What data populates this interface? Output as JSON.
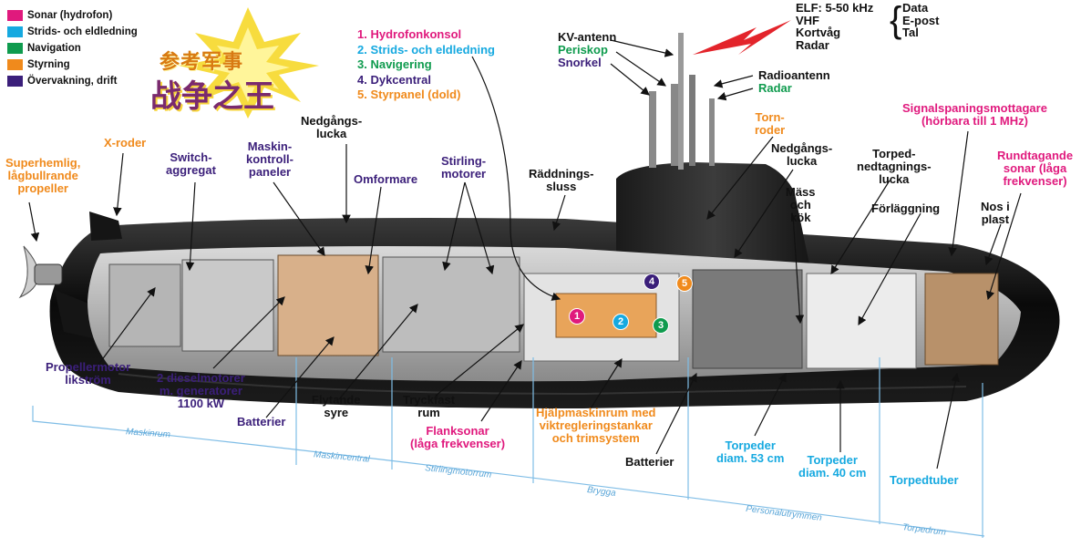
{
  "logo": {
    "text_top": "参考军事",
    "text_bottom": "战争之王"
  },
  "legend": [
    {
      "label": "Sonar (hydrofon)",
      "color": "#e0197d"
    },
    {
      "label": "Strids- och eldledning",
      "color": "#16a9e0"
    },
    {
      "label": "Navigation",
      "color": "#0f9b4e"
    },
    {
      "label": "Styrning",
      "color": "#f08a1c"
    },
    {
      "label": "Övervakning, drift",
      "color": "#3b1f7a"
    }
  ],
  "numbered_list": [
    {
      "text": "1. Hydrofonkonsol",
      "category": "sonar"
    },
    {
      "text": "2. Strids- och eldledning",
      "category": "strid"
    },
    {
      "text": "3. Navigering",
      "category": "nav"
    },
    {
      "text": "4. Dykcentral",
      "category": "drift"
    },
    {
      "text": "5. Styrpanel (dold)",
      "category": "styr"
    }
  ],
  "elf_block": {
    "left": [
      "ELF: 5-50 kHz",
      "VHF",
      "Kortvåg",
      "Radar"
    ],
    "right": [
      "Data",
      "E-post",
      "Tal"
    ]
  },
  "labels": {
    "kv_antenn": "KV-antenn",
    "periskop": "Periskop",
    "snorkel": "Snorkel",
    "radioantenn": "Radioantenn",
    "radar": "Radar",
    "signalspaning_1": "Signalspaningsmottagare",
    "signalspaning_2": "(hörbara till 1 MHz)",
    "torn_roder_1": "Torn-",
    "torn_roder_2": "roder",
    "rundtagande_1": "Rundtagande",
    "rundtagande_2": "sonar (låga",
    "rundtagande_3": "frekvenser)",
    "nedgangslucka_a_1": "Nedgångs-",
    "nedgangslucka_a_2": "lucka",
    "nedgangslucka_b_1": "Nedgångs-",
    "nedgangslucka_b_2": "lucka",
    "torpednedtagnings_1": "Torped-",
    "torpednedtagnings_2": "nedtagnings-",
    "torpednedtagnings_3": "lucka",
    "mass_1": "Mäss",
    "mass_2": "och",
    "mass_3": "kök",
    "forlaggning": "Förläggning",
    "nos_1": "Nos i",
    "nos_2": "plast",
    "superhemlig_1": "Superhemlig,",
    "superhemlig_2": "lågbullrande",
    "superhemlig_3": "propeller",
    "x_roder": "X-roder",
    "switch_1": "Switch-",
    "switch_2": "aggregat",
    "maskin_1": "Maskin-",
    "maskin_2": "kontroll-",
    "maskin_3": "paneler",
    "omformare": "Omformare",
    "stirling_1": "Stirling-",
    "stirling_2": "motorer",
    "raddnings_1": "Räddnings-",
    "raddnings_2": "sluss",
    "propellermotor_1": "Propellermotor",
    "propellermotor_2": "likström",
    "diesel_1": "2 dieselmotorer",
    "diesel_2": "m. generatorer",
    "diesel_3": "1100 kW",
    "batterier_a": "Batterier",
    "flytande_1": "Flytande",
    "flytande_2": "syre",
    "tryckfast_1": "Tryckfast",
    "tryckfast_2": "rum",
    "flanksonar_1": "Flanksonar",
    "flanksonar_2": "(låga frekvenser)",
    "hjalp_1": "Hjälpmaskinrum med",
    "hjalp_2": "viktregleringstankar",
    "hjalp_3": "och trimsystem",
    "batterier_b": "Batterier",
    "torpeder53_1": "Torpeder",
    "torpeder53_2": "diam. 53 cm",
    "torpeder40_1": "Torpeder",
    "torpeder40_2": "diam. 40 cm",
    "torpedtuber": "Torpedtuber"
  },
  "badges": [
    {
      "num": "1",
      "color": "#e0197d"
    },
    {
      "num": "2",
      "color": "#16a9e0"
    },
    {
      "num": "3",
      "color": "#0f9b4e"
    },
    {
      "num": "4",
      "color": "#3b1f7a"
    },
    {
      "num": "5",
      "color": "#f08a1c"
    }
  ],
  "zones": [
    "Maskinrum",
    "Maskincentral",
    "Stirlingmotorrum",
    "Brygga",
    "Personalutrymmen",
    "Torpedrum"
  ]
}
